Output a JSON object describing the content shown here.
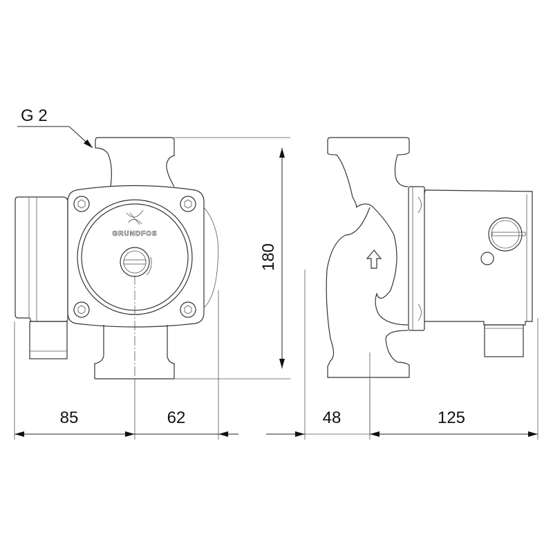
{
  "drawing": {
    "thread_label": "G 2",
    "brand_logo_text": "GRUNDFOS",
    "dimensions": {
      "height": "180",
      "terminal_box_offset": "85",
      "pump_half_width": "62",
      "side_inlet_depth": "48",
      "motor_length": "125"
    },
    "icons": [
      "flow-direction-arrow-icon",
      "grundfos-logo-icon",
      "speed-selector-knob-icon"
    ],
    "line_color": "#333333"
  }
}
